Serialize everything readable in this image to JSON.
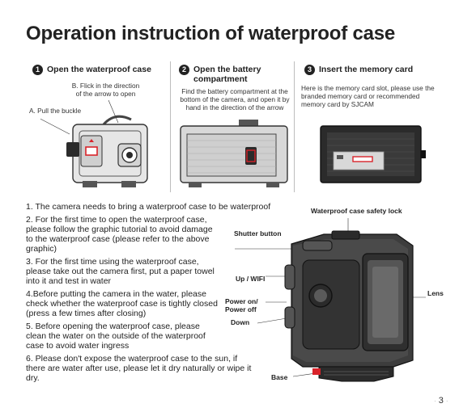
{
  "title": "Operation instruction of waterproof case",
  "panels": [
    {
      "num": "1",
      "heading": "Open the waterproof case",
      "callout_b": "B. Flick in the direction\nof the arrow to open",
      "callout_a": "A. Pull the buckle"
    },
    {
      "num": "2",
      "heading": "Open the battery compartment",
      "desc": "Find the battery compartment at the bottom of the camera, and open it by hand in the direction of the arrow"
    },
    {
      "num": "3",
      "heading": "Insert the memory card",
      "desc": "Here is the memory card slot, please use the branded memory card or recommended memory card by SJCAM"
    }
  ],
  "instructions": [
    "1. The camera needs to bring a waterproof case to be waterproof",
    "2. For the first time to open the waterproof case, please follow the graphic tutorial to avoid damage to the waterproof case (please refer to the above graphic)",
    "3. For the first time using the waterproof case, please take out the camera first, put a paper towel into it and test in water",
    "4.Before putting the camera in the water, please check whether the waterproof case is tightly closed (press a few times after closing)",
    "5. Before opening the waterproof case, please clean the water on the outside of the waterproof case to avoid water ingress",
    "6. Please don't expose the waterproof case to the sun, if there are water after use, please let it dry naturally or wipe it dry."
  ],
  "labels": {
    "safety_lock": "Waterproof case safety lock",
    "shutter": "Shutter button",
    "up_wifi": "Up / WIFI",
    "power": "Power on/\nPower off",
    "down": "Down",
    "lens": "Lens",
    "base": "Base"
  },
  "page_number": "3",
  "colors": {
    "accent_red": "#d9232a",
    "camera_dark": "#2b2b2b",
    "text": "#1a1a1a"
  }
}
